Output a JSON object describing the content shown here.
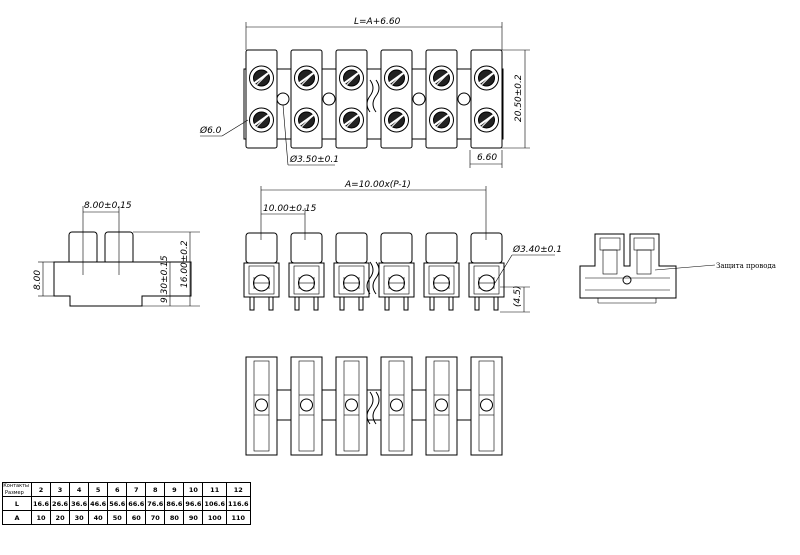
{
  "dimensions": {
    "length_formula": "L=A+6.60",
    "height_top": "20.50±0.2",
    "screw_dia": "Ø6.0",
    "hole_dia": "Ø3.50±0.1",
    "end_width": "6.60",
    "a_formula": "A=10.00x(P-1)",
    "pitch": "10.00±0.15",
    "wire_hole": "Ø3.40±0.1",
    "pin_len": "(4.5)",
    "side_width": "8.00±0.15",
    "side_height_left": "8.00",
    "side_height_mid": "9.30±0.15",
    "side_height_total": "16.00±0.2"
  },
  "annotation": "Защита провода",
  "table": {
    "header_top": "Контакты",
    "header_bottom": "Размер",
    "columns": [
      "2",
      "3",
      "4",
      "5",
      "6",
      "7",
      "8",
      "9",
      "10",
      "11",
      "12"
    ],
    "rows": [
      {
        "label": "L",
        "values": [
          "16.6",
          "26.6",
          "36.6",
          "46.6",
          "56.6",
          "66.6",
          "76.6",
          "86.6",
          "96.6",
          "106.6",
          "116.6"
        ]
      },
      {
        "label": "A",
        "values": [
          "10",
          "20",
          "30",
          "40",
          "50",
          "60",
          "70",
          "80",
          "90",
          "100",
          "110"
        ]
      }
    ]
  }
}
